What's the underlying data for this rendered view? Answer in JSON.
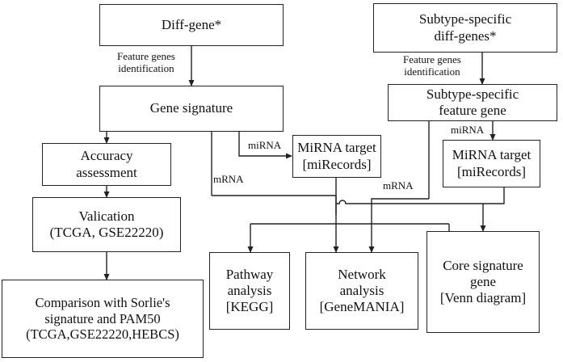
{
  "nodes": {
    "diff_gene": {
      "lines": [
        "Diff-gene*"
      ]
    },
    "subtype_diff": {
      "lines": [
        "Subtype-specific",
        "diff-genes*"
      ]
    },
    "gene_signature": {
      "lines": [
        "Gene signature"
      ]
    },
    "subtype_feature": {
      "lines": [
        "Subtype-specific",
        "feature gene"
      ]
    },
    "mirna_target_1": {
      "lines": [
        "MiRNA target",
        "[miRecords]"
      ]
    },
    "mirna_target_2": {
      "lines": [
        "MiRNA target",
        "[miRecords]"
      ]
    },
    "accuracy": {
      "lines": [
        "Accuracy",
        "assessment"
      ]
    },
    "validation": {
      "lines": [
        "Valication",
        "(TCGA, GSE22220)"
      ]
    },
    "comparison": {
      "lines": [
        "Comparison with Sorlie's",
        "signature and PAM50",
        "(TCGA,GSE22220,HEBCS)"
      ]
    },
    "pathway": {
      "lines": [
        "Pathway",
        "analysis",
        "[KEGG]"
      ]
    },
    "network": {
      "lines": [
        "Network",
        "analysis",
        "[GeneMANIA]"
      ]
    },
    "core": {
      "lines": [
        "Core signature",
        "gene",
        "[Venn diagram]"
      ]
    }
  },
  "edge_labels": {
    "feature_genes_left": [
      "Feature genes",
      "identification"
    ],
    "feature_genes_right": [
      "Feature genes",
      "identification"
    ],
    "mirna_left": "miRNA",
    "mirna_right": "miRNA",
    "mrna_left": "mRNA",
    "mrna_right": "mRNA"
  }
}
